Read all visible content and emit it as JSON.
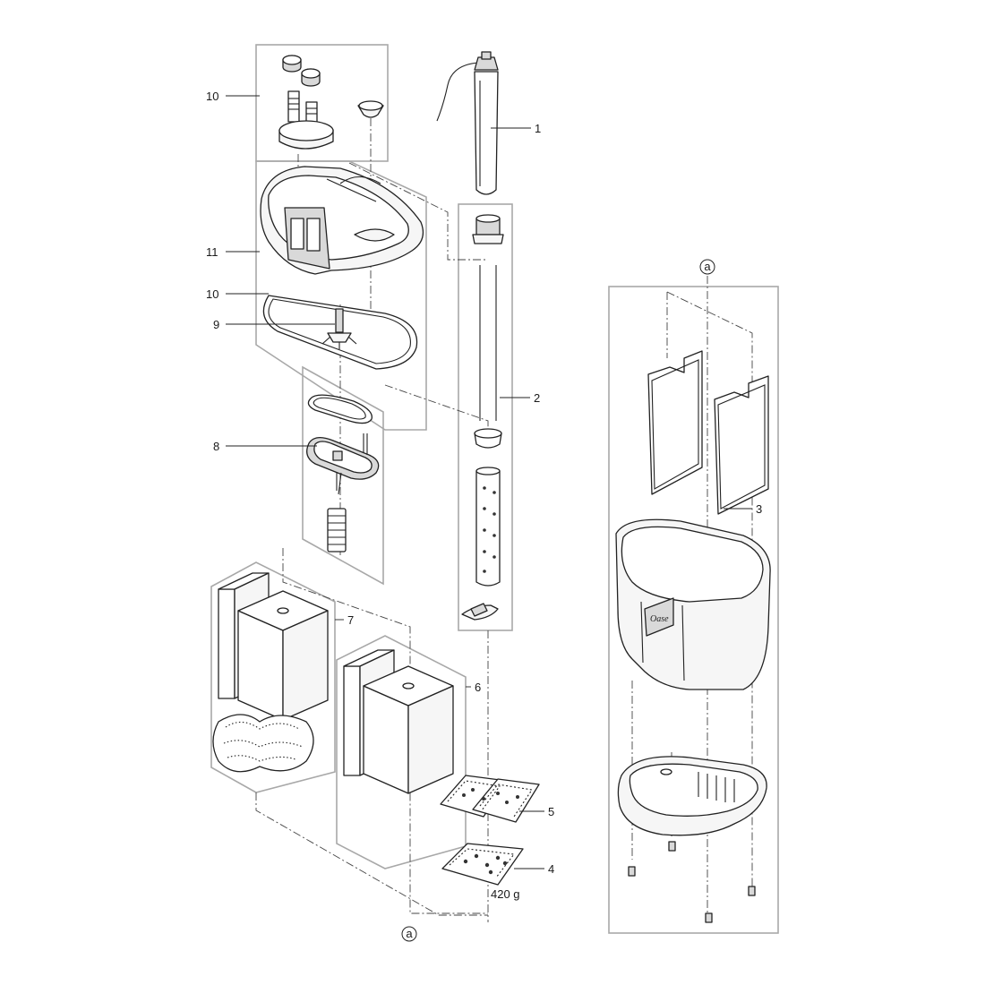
{
  "callouts": [
    {
      "id": "1",
      "text": "1"
    },
    {
      "id": "2",
      "text": "2"
    },
    {
      "id": "3",
      "text": "3"
    },
    {
      "id": "4",
      "text": "4"
    },
    {
      "id": "5",
      "text": "5"
    },
    {
      "id": "6",
      "text": "6"
    },
    {
      "id": "7",
      "text": "7"
    },
    {
      "id": "8",
      "text": "8"
    },
    {
      "id": "9",
      "text": "9"
    },
    {
      "id": "10a",
      "text": "10"
    },
    {
      "id": "10b",
      "text": "10"
    },
    {
      "id": "11",
      "text": "11"
    }
  ],
  "connector_marker": "a",
  "weight_label": "420 g",
  "brand_mark": "Oase"
}
